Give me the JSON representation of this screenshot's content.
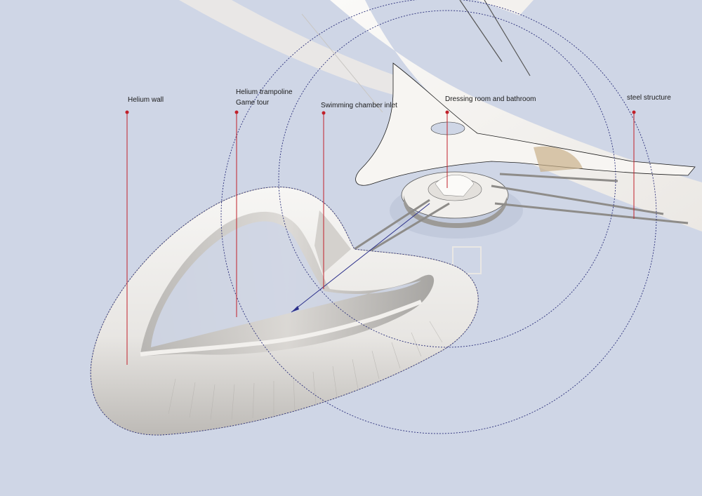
{
  "colors": {
    "background": "#cfd6e6",
    "structure": "#f4f2ef",
    "structure_shade": "#d9d6d2",
    "leader_line": "#c0202a",
    "dashed_circle": "#2b2f7a",
    "axis_arrow": "#2b2f8a"
  },
  "callouts": [
    {
      "id": "helium-wall",
      "lines": [
        "Helium wall"
      ]
    },
    {
      "id": "helium-trampoline",
      "lines": [
        "Helium trampoline",
        "Game tour"
      ]
    },
    {
      "id": "swimming-chamber",
      "lines": [
        "Swimming chamber inlet"
      ]
    },
    {
      "id": "dressing-room",
      "lines": [
        "Dressing room and bathroom"
      ]
    },
    {
      "id": "steel-structure",
      "lines": [
        "steel structure"
      ]
    }
  ]
}
